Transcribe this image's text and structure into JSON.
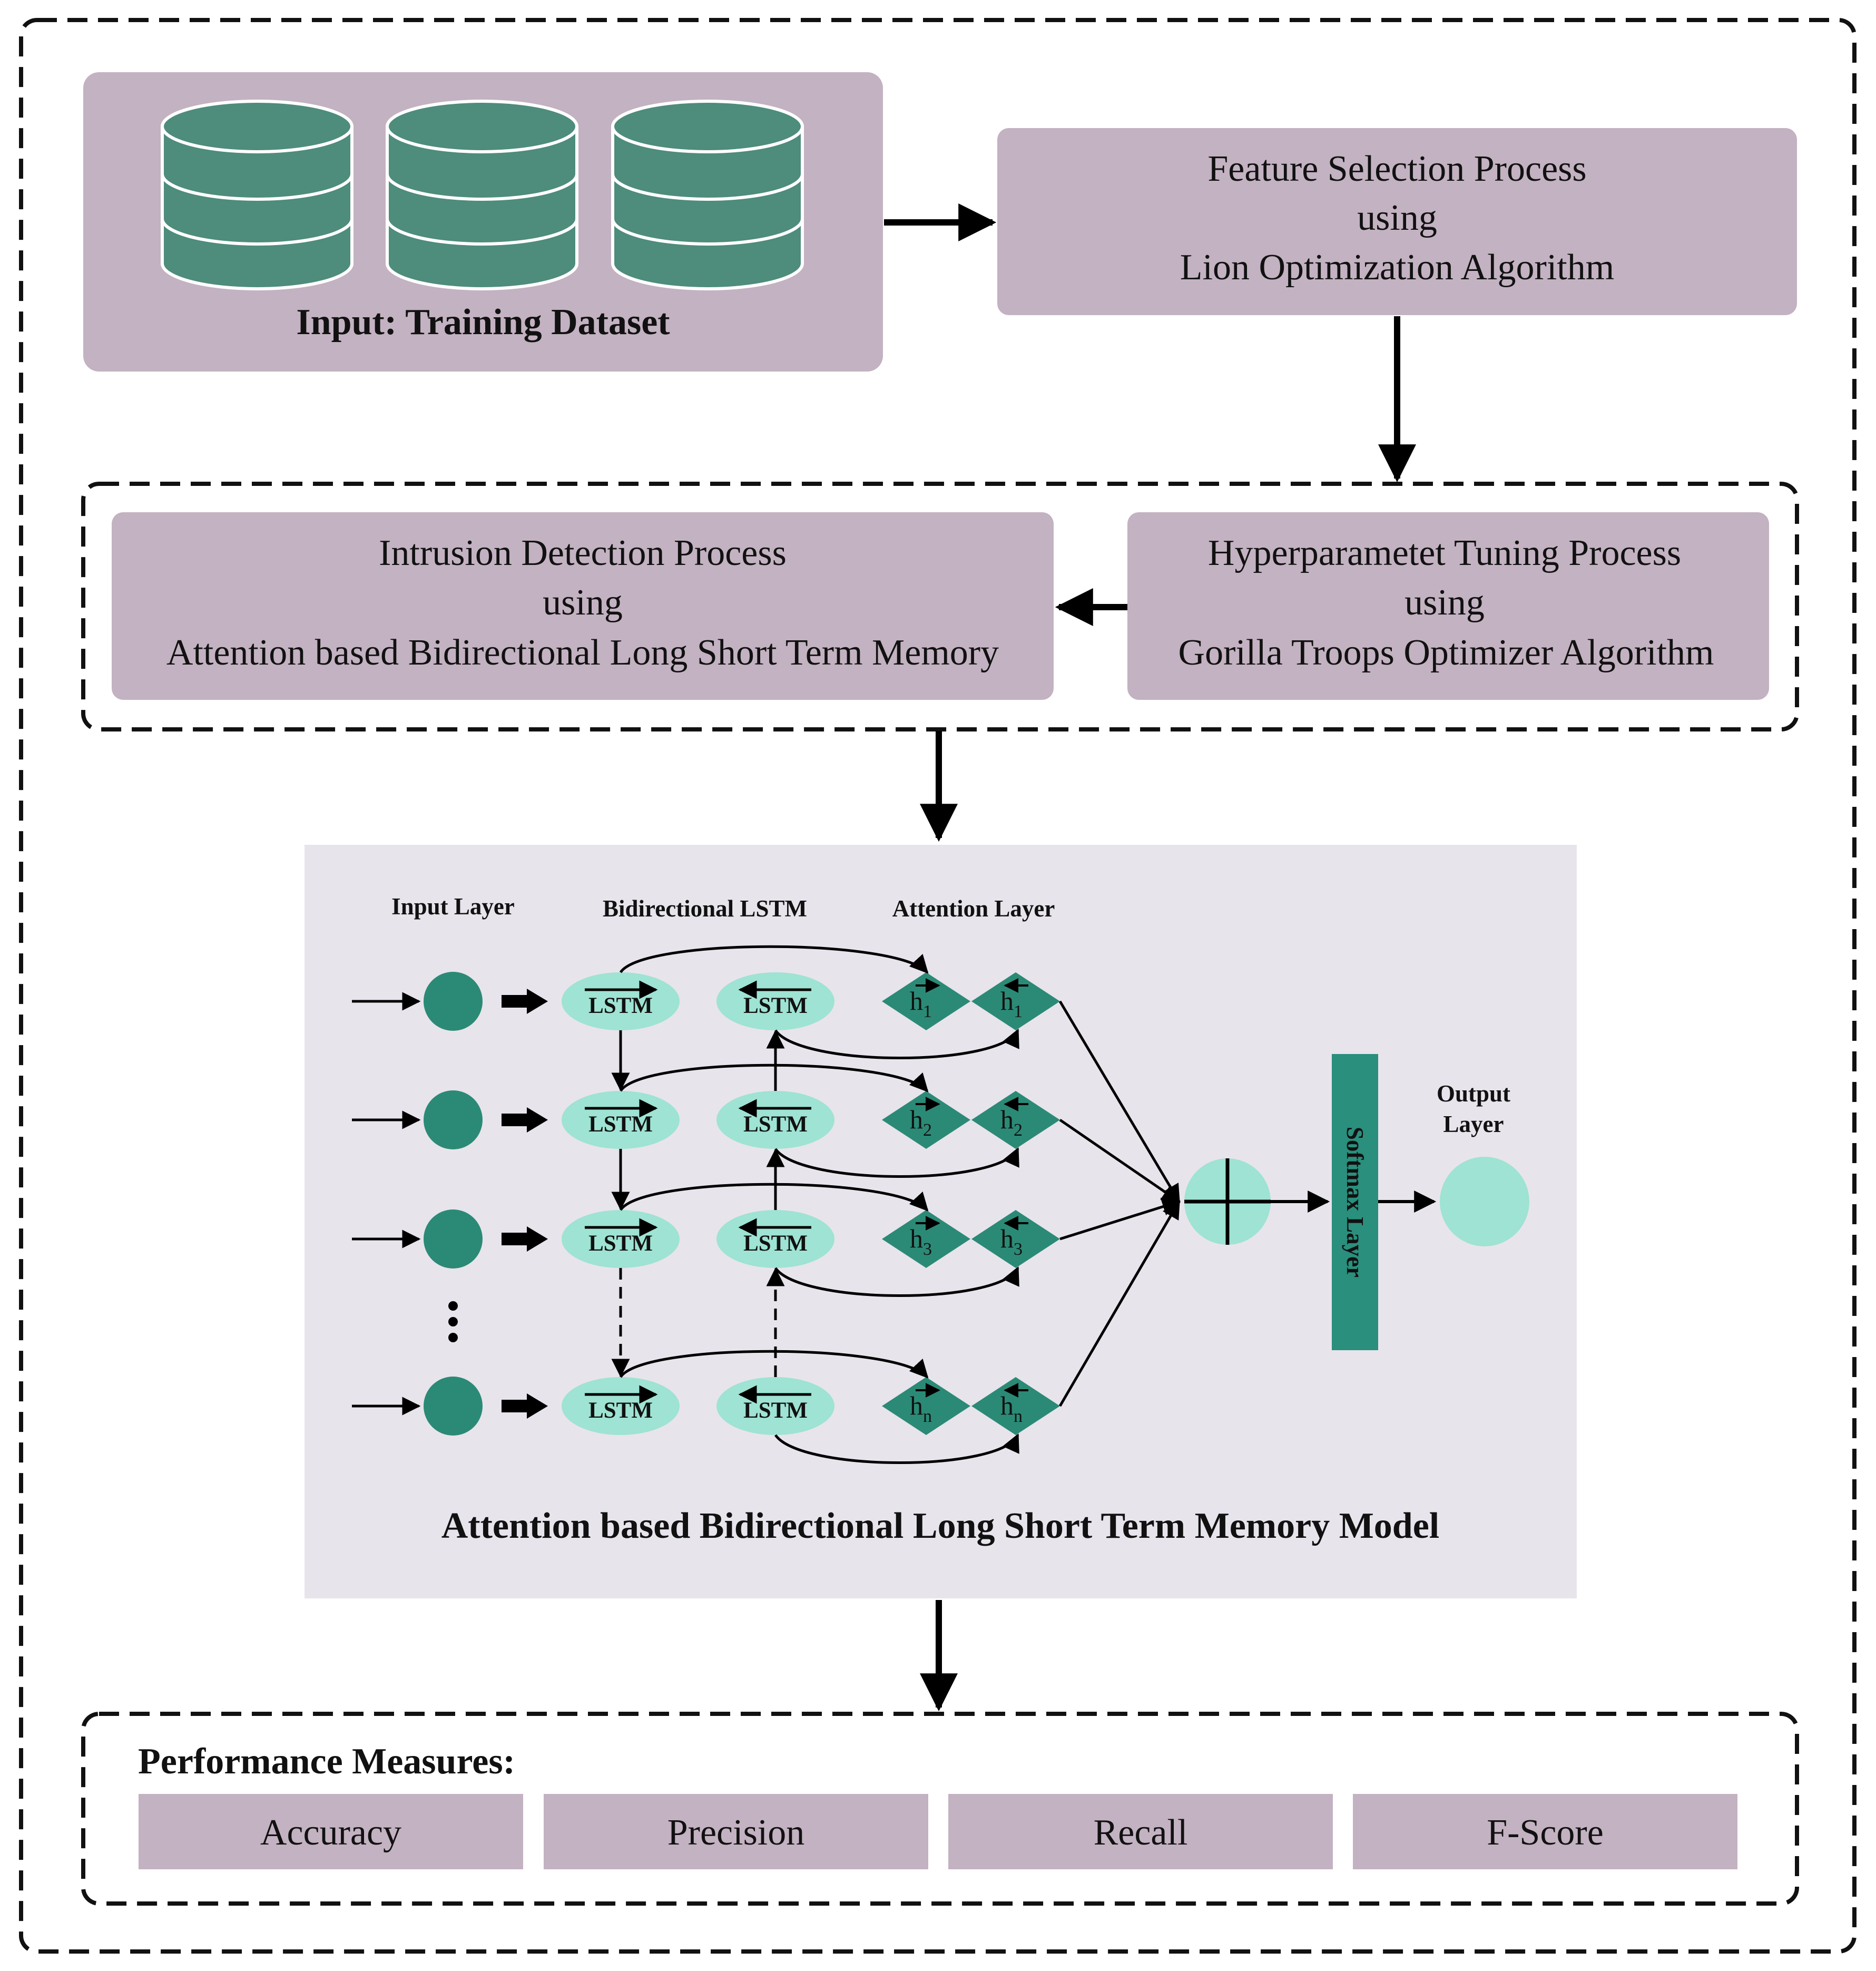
{
  "colors": {
    "box_fill": "#c3b2c1",
    "db_fill": "#4e8c7c",
    "model_bg": "#e8e4ec",
    "node_dark": "#2b8a76",
    "node_light": "#9ee3d3",
    "softmax": "#2a8f7d"
  },
  "input_box": {
    "label": "Input: Training Dataset"
  },
  "feature_selection": {
    "line1": "Feature Selection Process",
    "line2": "using",
    "line3": "Lion Optimization Algorithm"
  },
  "intrusion_detection": {
    "line1": "Intrusion Detection Process",
    "line2": "using",
    "line3": "Attention based Bidirectional Long Short Term Memory"
  },
  "hyperparameter": {
    "line1": "Hyperparametet Tuning Process",
    "line2": "using",
    "line3": "Gorilla Troops Optimizer Algorithm"
  },
  "model": {
    "input_layer_label": "Input Layer",
    "bilstm_label": "Bidirectional LSTM",
    "attention_label": "Attention Layer",
    "output_label_1": "Output",
    "output_label_2": "Layer",
    "softmax_label": "Softmax Layer",
    "lstm_label": "LSTM",
    "h_symbol": "h",
    "h_subscripts": [
      "1",
      "2",
      "3",
      "n"
    ],
    "title": "Attention based Bidirectional Long Short Term Memory Model"
  },
  "performance": {
    "title": "Performance Measures:",
    "measures": [
      "Accuracy",
      "Precision",
      "Recall",
      "F-Score"
    ]
  }
}
